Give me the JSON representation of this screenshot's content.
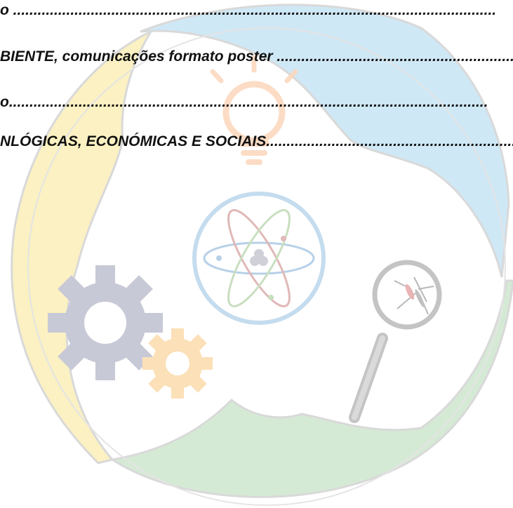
{
  "toc": {
    "lines": [
      {
        "text": "o ......................................................................................................................"
      },
      {
        "text": "BIENTE, comunicações formato poster ..............................................................."
      },
      {
        "text": "o....................................................................................................................."
      },
      {
        "text": "NLÓGICAS, ECONÓMICAS E SOCIAIS......................................................................"
      }
    ]
  },
  "watermark": {
    "colors": {
      "yellow_band": "#fbf1c2",
      "blue_band": "#cfe8f6",
      "green_band": "#d5ead5",
      "outline": "#d9d9d9",
      "gear_gray": "#c8c9d6",
      "gear_orange": "#fbe0b8",
      "bulb_orange": "#fcd7bc",
      "atom_blue": "#c4dcee",
      "magnifier": "#cccccc"
    },
    "icons": [
      "lightbulb-icon",
      "atom-icon",
      "gears-icon",
      "magnifier-mosquito-icon"
    ]
  }
}
